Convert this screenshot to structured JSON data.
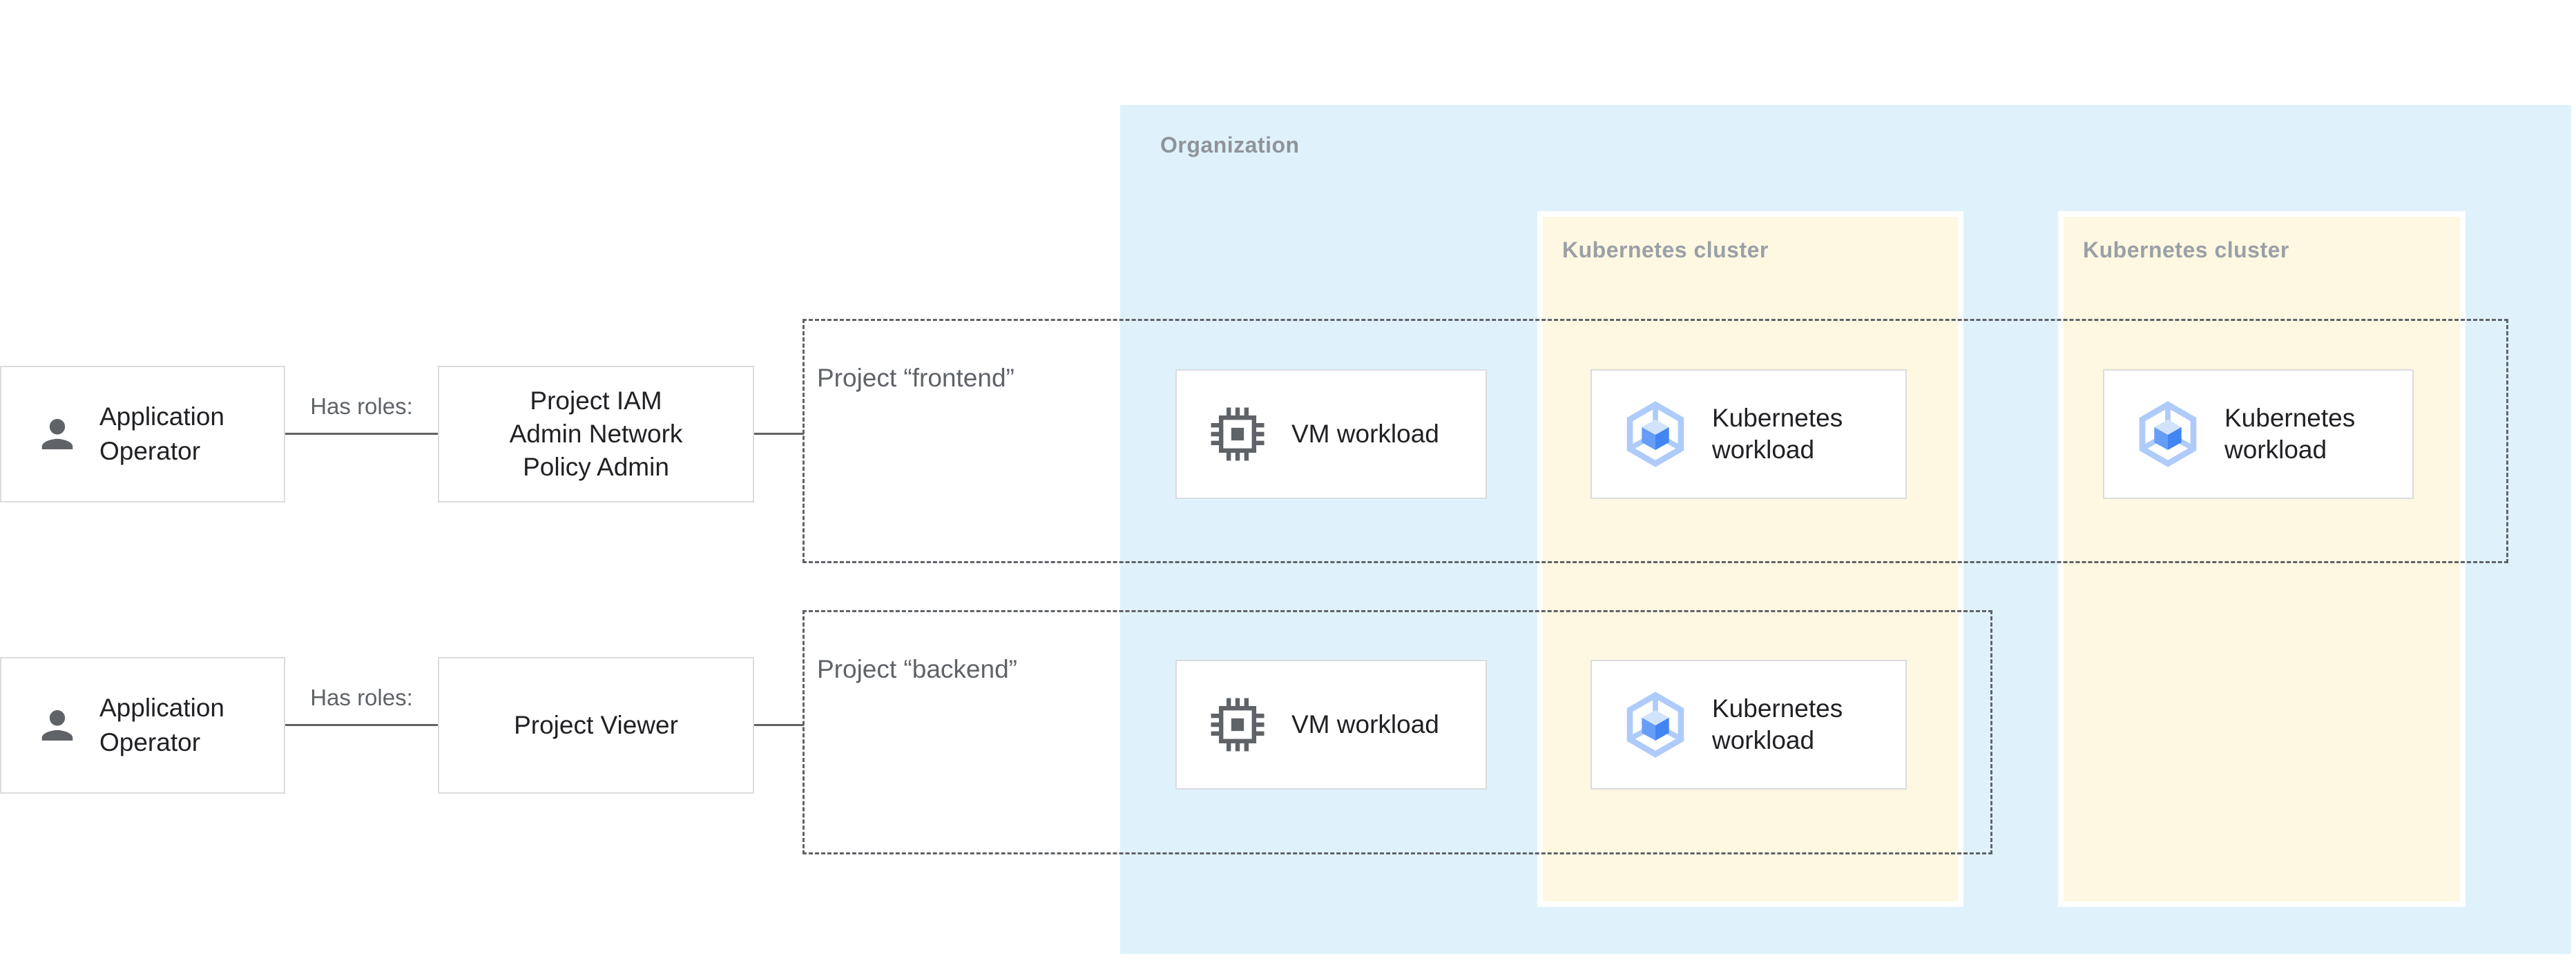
{
  "colors": {
    "organization_bg": "#DFF2FB",
    "cluster_bg": "#FEF7E1",
    "cluster_border": "#FFFFFF",
    "node_border": "#DADCE0",
    "dashed_border": "#5F6368",
    "connector": "#616161",
    "text_primary": "#202124",
    "text_muted": "#5F6368",
    "container_label": "#9AA0A6",
    "person_icon": "#5F6368",
    "chip_icon": "#5F6368",
    "gke_hexagon": "#AECBFA",
    "gke_cube_top": "#D2E3FC",
    "gke_cube_left": "#669DF6",
    "gke_cube_right": "#4285F4"
  },
  "actors": [
    {
      "label": "Application Operator",
      "relation_label": "Has roles:",
      "role": "Project IAM Admin Network Policy Admin"
    },
    {
      "label": "Application Operator",
      "relation_label": "Has roles:",
      "role": "Project Viewer"
    }
  ],
  "organization": {
    "label": "Organization",
    "clusters": [
      {
        "label": "Kubernetes cluster"
      },
      {
        "label": "Kubernetes cluster"
      }
    ]
  },
  "projects": [
    {
      "label": "Project “frontend”",
      "workloads": [
        {
          "type": "vm",
          "label": "VM workload"
        },
        {
          "type": "gke",
          "label": "Kubernetes workload"
        },
        {
          "type": "gke",
          "label": "Kubernetes workload"
        }
      ]
    },
    {
      "label": "Project “backend”",
      "workloads": [
        {
          "type": "vm",
          "label": "VM workload"
        },
        {
          "type": "gke",
          "label": "Kubernetes workload"
        }
      ]
    }
  ]
}
